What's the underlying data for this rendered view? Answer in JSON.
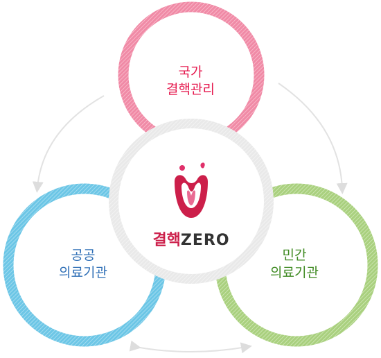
{
  "nodes": {
    "top": {
      "lines": [
        "국가",
        "결핵관리"
      ],
      "color": "#f08aa6",
      "text_color": "#e5194e"
    },
    "left": {
      "lines": [
        "공공",
        "의료기관"
      ],
      "color": "#6cc6e6",
      "text_color": "#2f6fb6"
    },
    "right": {
      "lines": [
        "민간",
        "의료기관"
      ],
      "color": "#a9d07e",
      "text_color": "#3f8a22"
    }
  },
  "center": {
    "title_korean": "결핵",
    "title_english": "ZERO",
    "ring_color": "#e6e6e6",
    "icon": "tooth-drop-logo-icon",
    "brand_color": "#cc1f4a"
  },
  "connector_color": "#dddddd"
}
